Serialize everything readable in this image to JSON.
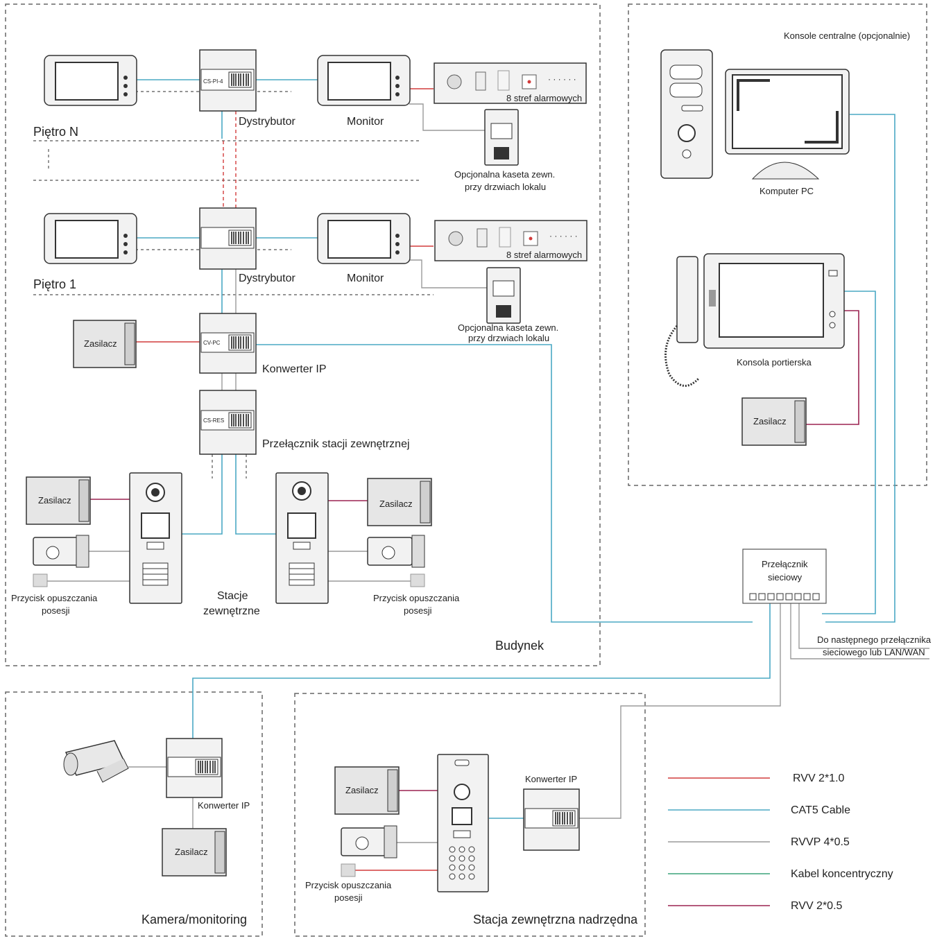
{
  "zones": {
    "building": "Budynek",
    "central": "Konsole centralne (opcjonalnie)",
    "camera": "Kamera/monitoring",
    "master_station": "Stacja zewnętrzna nadrzędna"
  },
  "floors": {
    "floor_n": "Piętro N",
    "floor_1": "Piętro 1"
  },
  "labels": {
    "distributor": "Dystrybutor",
    "monitor": "Monitor",
    "alarm_zones": "8 stref alarmowych",
    "optional_panel_1": "Opcjonalna kaseta zewn.",
    "optional_panel_2": "przy drzwiach lokalu",
    "power_supply": "Zasilacz",
    "ip_converter": "Konwerter IP",
    "outdoor_switch": "Przełącznik stacji zewnętrznej",
    "outdoor_stations_1": "Stacje",
    "outdoor_stations_2": "zewnętrzne",
    "gate_button_1": "Przycisk opuszczania",
    "gate_button_2": "posesji",
    "pc": "Komputer PC",
    "concierge": "Konsola portierska",
    "network_switch_1": "Przełącznik",
    "network_switch_2": "sieciowy",
    "next_switch_1": "Do następnego przełącznika",
    "next_switch_2": "sieciowego lub LAN/WAN"
  },
  "device_tags": {
    "distributor": "CS-PI-4",
    "converter": "CV-PC",
    "switch": "CS-RES"
  },
  "legend": [
    {
      "label": "RVV 2*1.0",
      "color": "#d23b3b"
    },
    {
      "label": "CAT5 Cable",
      "color": "#4aa8c4"
    },
    {
      "label": "RVVP 4*0.5",
      "color": "#9a9a9a"
    },
    {
      "label": "Kabel koncentryczny",
      "color": "#3aa37a"
    },
    {
      "label": "RVV 2*0.5",
      "color": "#9b2250"
    }
  ]
}
